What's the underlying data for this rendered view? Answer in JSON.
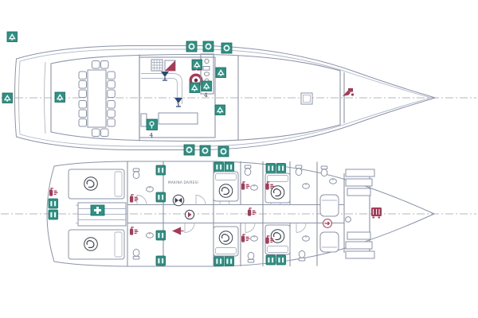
{
  "colors": {
    "paper": "#ffffff",
    "line": "#8a93a8",
    "line_light": "#aeb6c6",
    "teal": "#2e9183",
    "teal_dark": "#17695d",
    "crimson": "#a83a57",
    "crimson_dark": "#7e1f3c",
    "navy": "#2b4a7a",
    "ink": "#39414f"
  },
  "labels": {
    "engine_room": "MAKINA DAIRESI",
    "liferaft_qty_deckhouse": "4",
    "liferaft_qty_aft": "4"
  },
  "inventory": {
    "upper_deck": {
      "lifebuoy_signs": 6,
      "equipment_signs": 9,
      "fire_sign": 1,
      "lifebuoy_ring": 1,
      "signal_flag": 1,
      "deck_lights": 2,
      "windlass": 1,
      "dining_chairs": 16,
      "dining_table": 1,
      "galley_stove": 1,
      "foredeck_hatch": 1
    },
    "lower_deck": {
      "lifejacket_signs": 14,
      "first_aid_kit": 1,
      "fire_extinguishers": 8,
      "engine_pumps": 3,
      "double_beds": 6,
      "single_beds": 2,
      "toilets": 7,
      "washbasins": 7,
      "escape_arrow": 1,
      "windlass": 1
    }
  }
}
